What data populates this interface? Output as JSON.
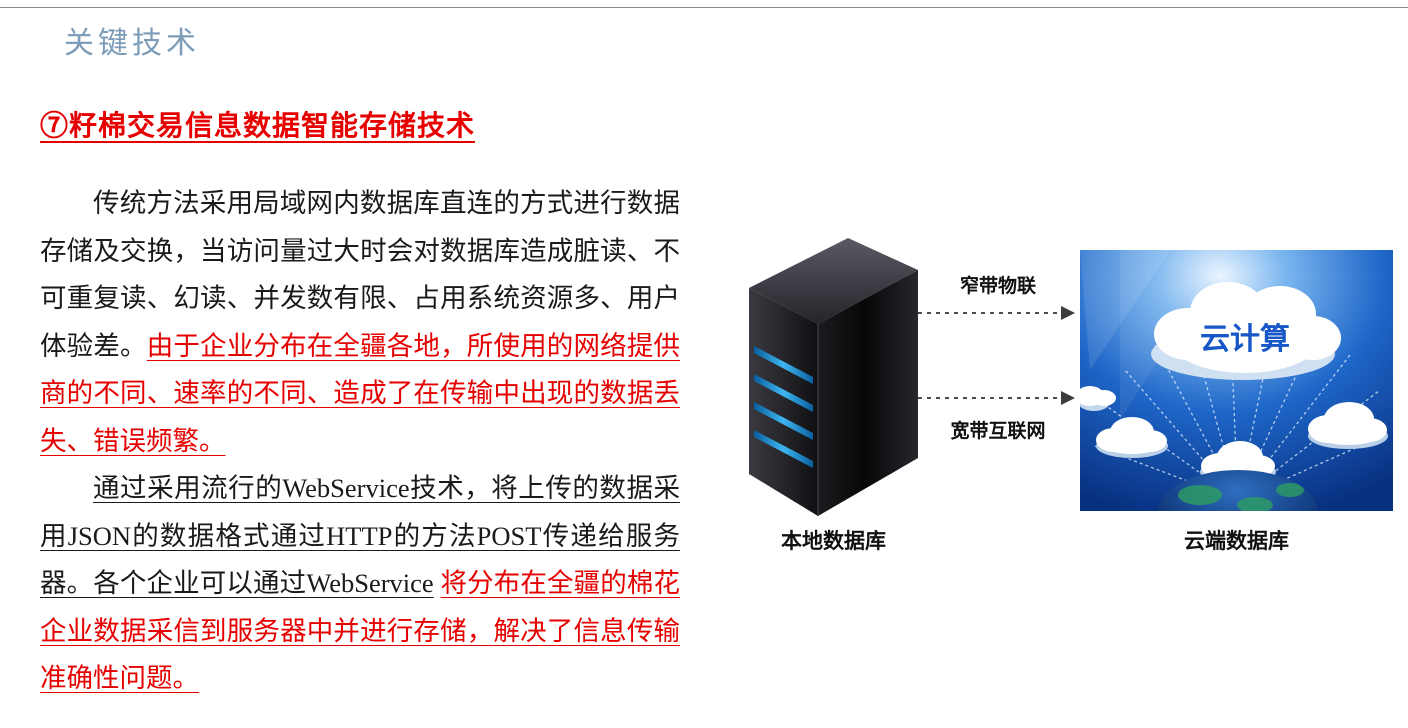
{
  "slide": {
    "title": "关键技术",
    "heading": "⑦籽棉交易信息数据智能存储技术"
  },
  "paragraphs": {
    "p1": {
      "seg1": "传统方法采用局域网内数据库直连的方式进行数据存储及交换，当访问量过大时会对数据库造成脏读、不可重复读、幻读、并发数有限、占用系统资源多、用户体验差。",
      "seg2": "由于企业分布在全疆各地，所使用的网络提供商的不同、速率的不同、造成了在传输中出现的数据丢失、错误频繁。"
    },
    "p2": {
      "seg1": "通过采用流行的WebService技术，将上传的数据采用JSON的数据格式通过HTTP的方法POST传递给服务器。各个企业可以通过WebService",
      "seg2": "将分布在全疆的棉花企业数据采信到服务器中并进行存储，解决了信息传输准确性问题。"
    }
  },
  "diagram": {
    "server_label": "本地数据库",
    "cloud_label": "云端数据库",
    "arrow1_label": "窄带物联",
    "arrow2_label": "宽带互联网",
    "cloud_text": "云计算"
  },
  "colors": {
    "title_blue": "#7c9cb8",
    "emphasis_red": "#e60000",
    "body_text": "#1a1a1a",
    "led_blue": "#3fb6f0",
    "cloud_sky_blue": "#1e66c8"
  }
}
